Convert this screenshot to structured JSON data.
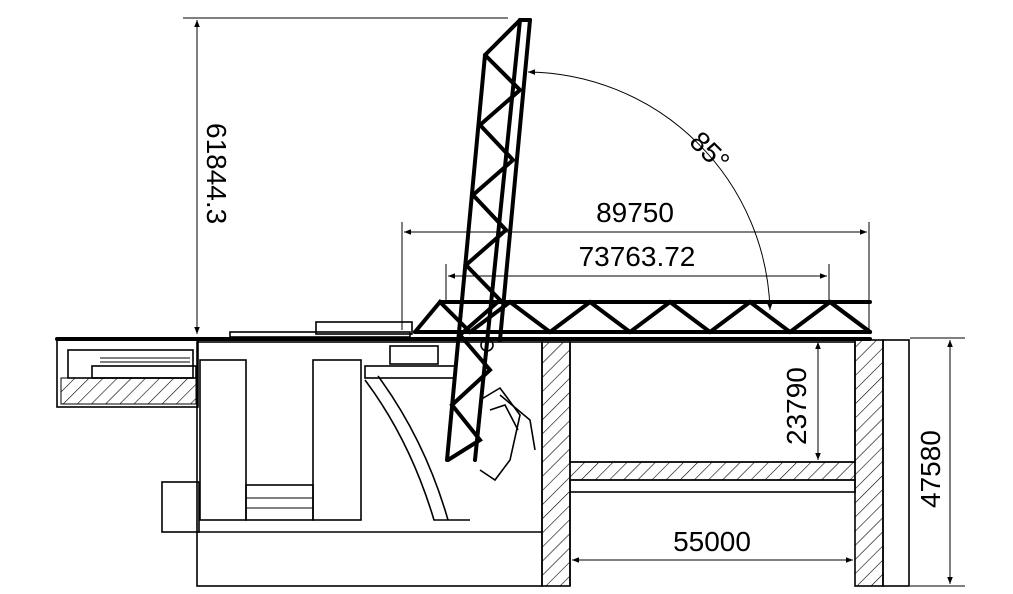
{
  "dimensions": {
    "height_dim": "61844.3",
    "angle_dim": "85°",
    "span_outer": "89750",
    "span_inner": "73763.72",
    "pit_depth": "23790",
    "total_depth": "47580",
    "bottom_span": "55000"
  },
  "colors": {
    "line": "#000000",
    "background": "#ffffff"
  }
}
